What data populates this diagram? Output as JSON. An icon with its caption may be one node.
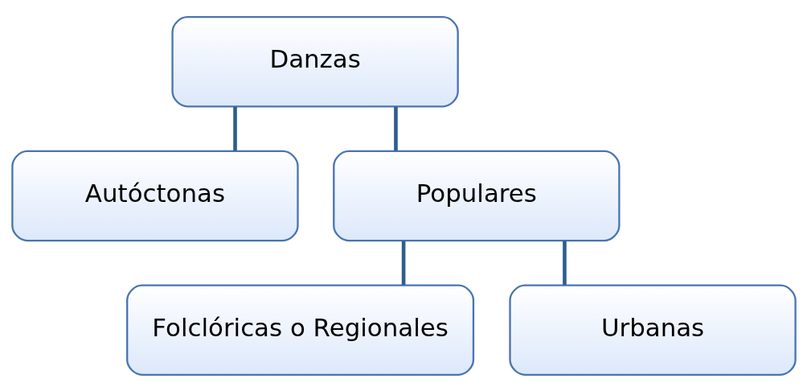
{
  "diagram": {
    "nodes": [
      {
        "text": [
          "Danzas"
        ]
      },
      {
        "text": [
          "Autóctonas"
        ]
      },
      {
        "text": [
          "Populares"
        ]
      },
      {
        "text": [
          "Folclóricas o Regionales"
        ]
      },
      {
        "text": [
          "Urbanas"
        ]
      }
    ],
    "edges": [
      {
        "from": 0,
        "to": 1,
        "arrow": "none"
      },
      {
        "from": 0,
        "to": 2,
        "arrow": "none"
      },
      {
        "from": 2,
        "to": 3,
        "arrow": "none"
      },
      {
        "from": 2,
        "to": 4,
        "arrow": "none"
      }
    ]
  }
}
